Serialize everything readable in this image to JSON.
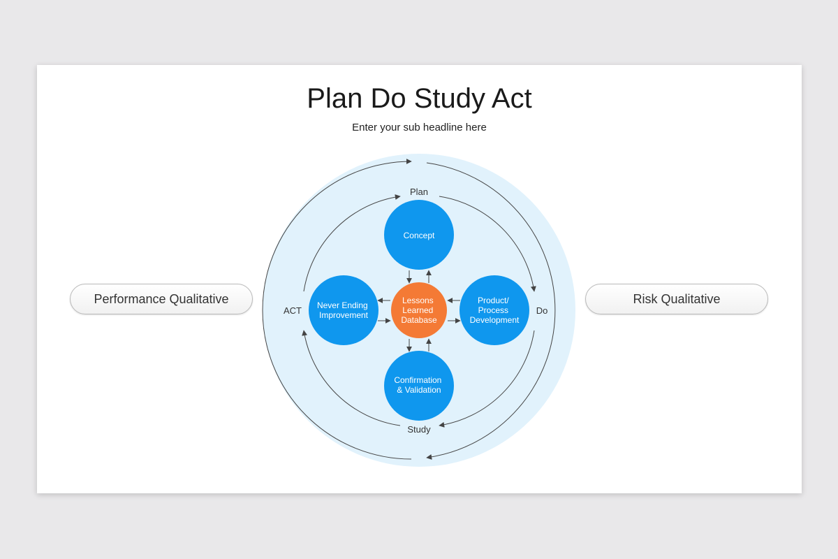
{
  "title": "Plan Do Study Act",
  "subtitle": "Enter your sub headline here",
  "left_pill": "Performance Qualitative",
  "right_pill": "Risk Qualitative",
  "phases": {
    "plan": "Plan",
    "do": "Do",
    "study": "Study",
    "act": "ACT"
  },
  "nodes": {
    "concept": [
      "Concept"
    ],
    "product": [
      "Product/",
      "Process",
      "Development"
    ],
    "confirmation": [
      "Confirmation",
      "& Validation"
    ],
    "improvement": [
      "Never Ending",
      "Improvement"
    ],
    "center": [
      "Lessons",
      "Learned",
      "Database"
    ]
  },
  "colors": {
    "node_blue": "#0f97ee",
    "center_orange": "#f47a35",
    "halo": "#e1f2fc",
    "arrow": "#444444"
  }
}
